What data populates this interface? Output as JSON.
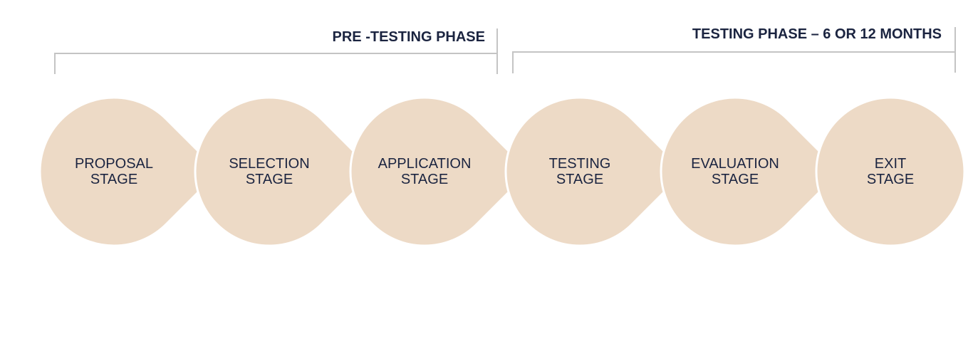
{
  "colors": {
    "stage_fill": "#eddac6",
    "stage_separator": "#ffffff",
    "bracket": "#c4c4c4",
    "text": "#1b2440"
  },
  "phases": [
    {
      "title": "PRE -TESTING PHASE"
    },
    {
      "title": "TESTING PHASE – 6 OR 12 MONTHS"
    }
  ],
  "stages": [
    {
      "line1": "PROPOSAL",
      "line2": "STAGE"
    },
    {
      "line1": "SELECTION",
      "line2": "STAGE"
    },
    {
      "line1": "APPLICATION",
      "line2": "STAGE"
    },
    {
      "line1": "TESTING",
      "line2": "STAGE"
    },
    {
      "line1": "EVALUATION",
      "line2": "STAGE"
    },
    {
      "line1": "EXIT",
      "line2": "STAGE"
    }
  ]
}
